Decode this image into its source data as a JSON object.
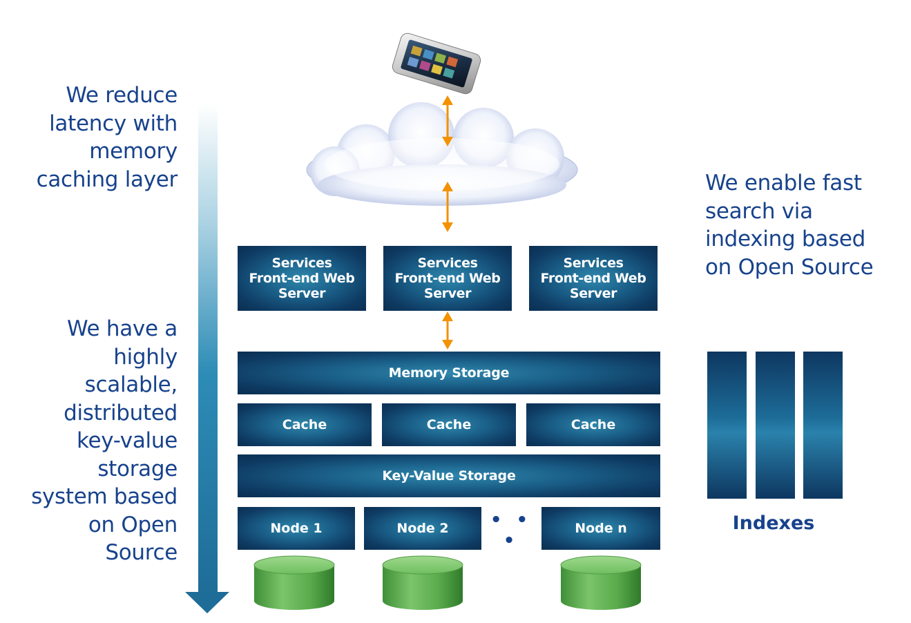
{
  "left_top_text": {
    "lines": [
      "We reduce",
      "latency with",
      "memory",
      "caching layer"
    ]
  },
  "left_bottom_text": {
    "lines": [
      "We have a",
      "highly",
      "scalable,",
      "distributed",
      "key-value",
      "storage",
      "system based",
      "on Open",
      "Source"
    ]
  },
  "right_text": {
    "lines": [
      "We enable fast",
      "search via",
      "indexing based",
      "on Open Source"
    ]
  },
  "servers": [
    {
      "lines": [
        "Services",
        "Front-end Web",
        "Server"
      ]
    },
    {
      "lines": [
        "Services",
        "Front-end Web",
        "Server"
      ]
    },
    {
      "lines": [
        "Services",
        "Front-end Web",
        "Server"
      ]
    }
  ],
  "memory_storage_label": "Memory Storage",
  "caches": [
    "Cache",
    "Cache",
    "Cache"
  ],
  "key_value_storage_label": "Key-Value Storage",
  "nodes": [
    "Node 1",
    "Node 2",
    "Node n"
  ],
  "ellipsis": "• • •",
  "indexes_label": "Indexes",
  "colors": {
    "text_blue": "#17428c",
    "box_dark": "#0b2f52",
    "box_light": "#2f87ad",
    "arrow_orange": "#f39200",
    "disk_green": "#5fb04f"
  },
  "icons": {
    "device": "smartphone-icon",
    "network": "cloud-icon",
    "storage": "database-disk-icon",
    "flow": "down-arrow-icon"
  }
}
